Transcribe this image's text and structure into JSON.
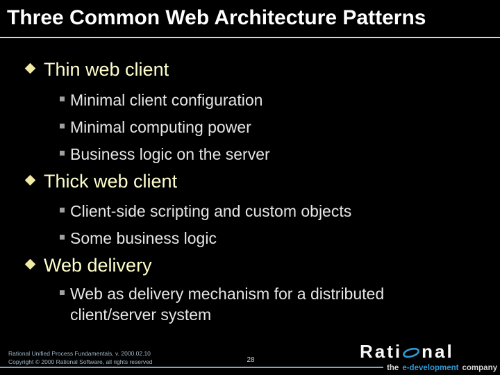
{
  "slide": {
    "title": "Three Common Web Architecture Patterns",
    "sections": [
      {
        "title": "Thin web client",
        "bullets": [
          "Minimal client configuration",
          "Minimal computing power",
          "Business logic on the server"
        ]
      },
      {
        "title": "Thick web client",
        "bullets": [
          "Client-side scripting and custom objects",
          "Some business logic"
        ]
      },
      {
        "title": "Web delivery",
        "bullets": [
          "Web as delivery mechanism for a distributed client/server system"
        ]
      }
    ]
  },
  "footer": {
    "line1": "Rational Unified Process Fundamentals, v. 2000.02.10",
    "line2": "Copyright © 2000 Rational Software, all rights reserved",
    "page_number": "28"
  },
  "logo": {
    "name_left": "Rati",
    "name_right": "nal",
    "tagline_pre": "the",
    "tagline_highlight": "e-development",
    "tagline_post": "company"
  },
  "colors": {
    "background": "#000000",
    "title_text": "#FFFFFF",
    "title_rule": "#C9DAE6",
    "level1_text": "#FFFFCC",
    "level1_bullet": "#F0EAA4",
    "level2_text": "#E6E6E6",
    "level2_bullet": "#A0A0A0",
    "footer_text": "#9FB8C9",
    "bottom_rule": "#8AA5B8",
    "logo_blue": "#2E9BD6"
  },
  "icons": {
    "level1_bullet": "diamond-bullet",
    "level2_bullet": "square-bullet",
    "logo_o": "ellipse-o"
  }
}
